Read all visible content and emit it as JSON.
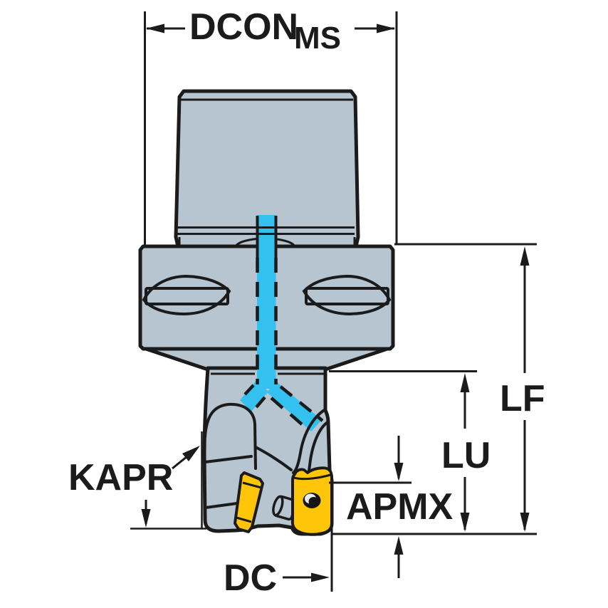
{
  "diagram": {
    "labels": {
      "dcon_main": "DCON",
      "dcon_sub": "MS",
      "lf": "LF",
      "lu": "LU",
      "apmx": "APMX",
      "kapr": "KAPR",
      "dc": "DC"
    },
    "colors": {
      "background": "#ffffff",
      "body_fill": "#b7c5d1",
      "coolant_fill": "#35c1ef",
      "insert_fill": "#ffc609",
      "line": "#1b1b1b"
    }
  }
}
